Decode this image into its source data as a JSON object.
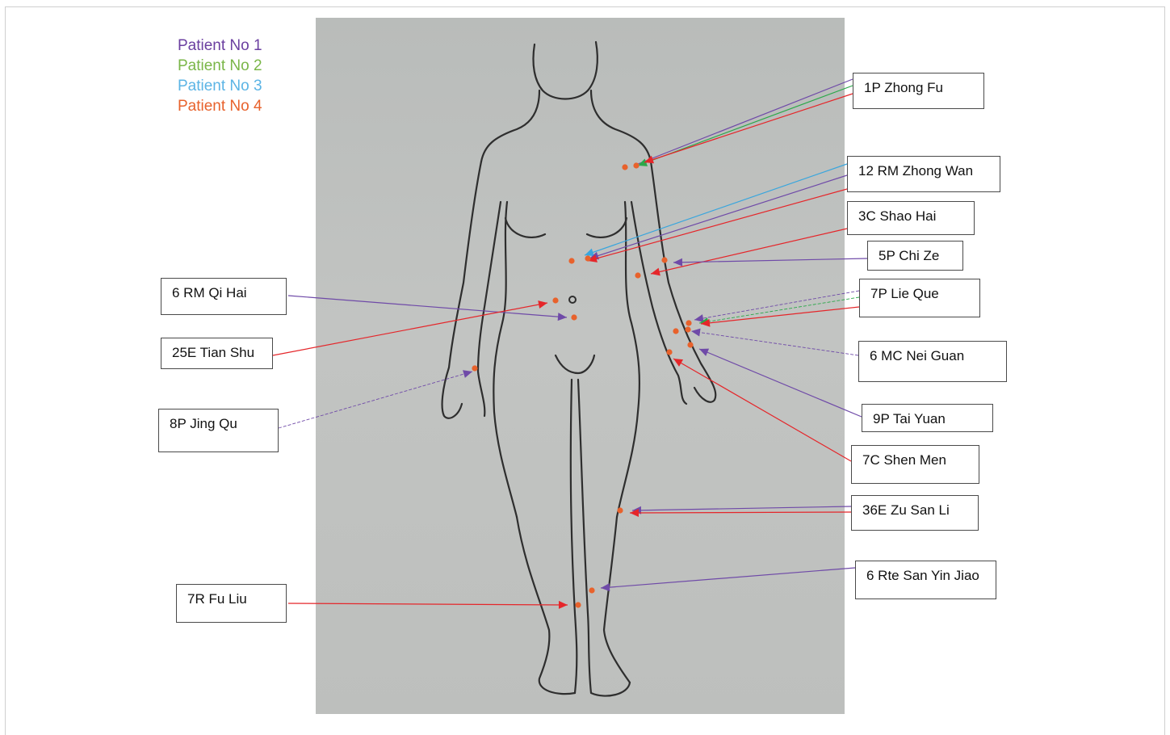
{
  "legend": [
    {
      "text": "Patient No 1",
      "color": "#6b3fa0"
    },
    {
      "text": "Patient No 2",
      "color": "#7ab648"
    },
    {
      "text": "Patient No 3",
      "color": "#5bb4e5"
    },
    {
      "text": "Patient No 4",
      "color": "#e8622c"
    }
  ],
  "colors": {
    "purple": "#6f4aa8",
    "green": "#2ba84a",
    "blue": "#3aa6dd",
    "red": "#e5262a",
    "point": "#e8622c"
  },
  "points": [
    {
      "label": "1P Zhong Fu"
    },
    {
      "label": "12 RM Zhong Wan"
    },
    {
      "label": "3C Shao Hai"
    },
    {
      "label": "5P Chi Ze"
    },
    {
      "label": "7P Lie Que"
    },
    {
      "label": "6 MC Nei Guan"
    },
    {
      "label": "9P Tai Yuan"
    },
    {
      "label": "7C Shen Men"
    },
    {
      "label": "36E Zu San Li"
    },
    {
      "label": "6 Rte San Yin Jiao"
    },
    {
      "label": "6 RM Qi Hai"
    },
    {
      "label": "25E Tian Shu"
    },
    {
      "label": "8P Jing Qu"
    },
    {
      "label": "7R Fu Liu"
    }
  ]
}
